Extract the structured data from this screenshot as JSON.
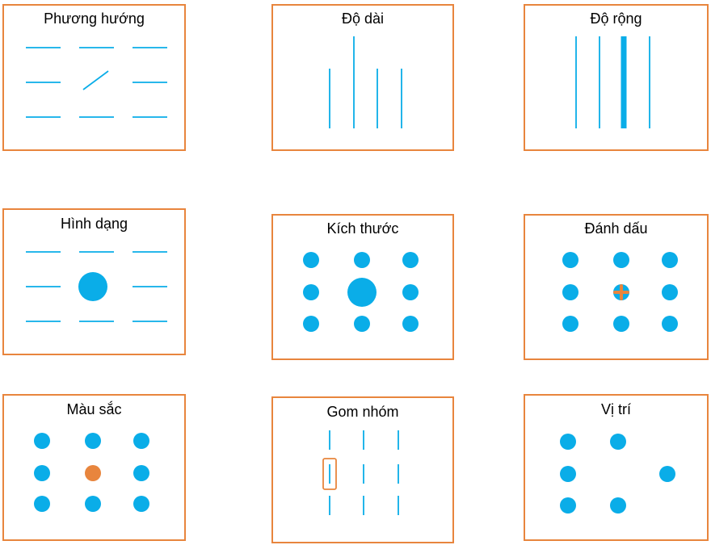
{
  "colors": {
    "border": "#E8853D",
    "mark": "#0AADE8",
    "accent": "#E8853D"
  },
  "panels": [
    {
      "title": "Phương hướng"
    },
    {
      "title": "Độ dài"
    },
    {
      "title": "Độ rộng"
    },
    {
      "title": "Hình dạng"
    },
    {
      "title": "Kích thước"
    },
    {
      "title": "Đánh dấu"
    },
    {
      "title": "Màu sắc"
    },
    {
      "title": "Gom nhóm"
    },
    {
      "title": "Vị trí"
    }
  ]
}
